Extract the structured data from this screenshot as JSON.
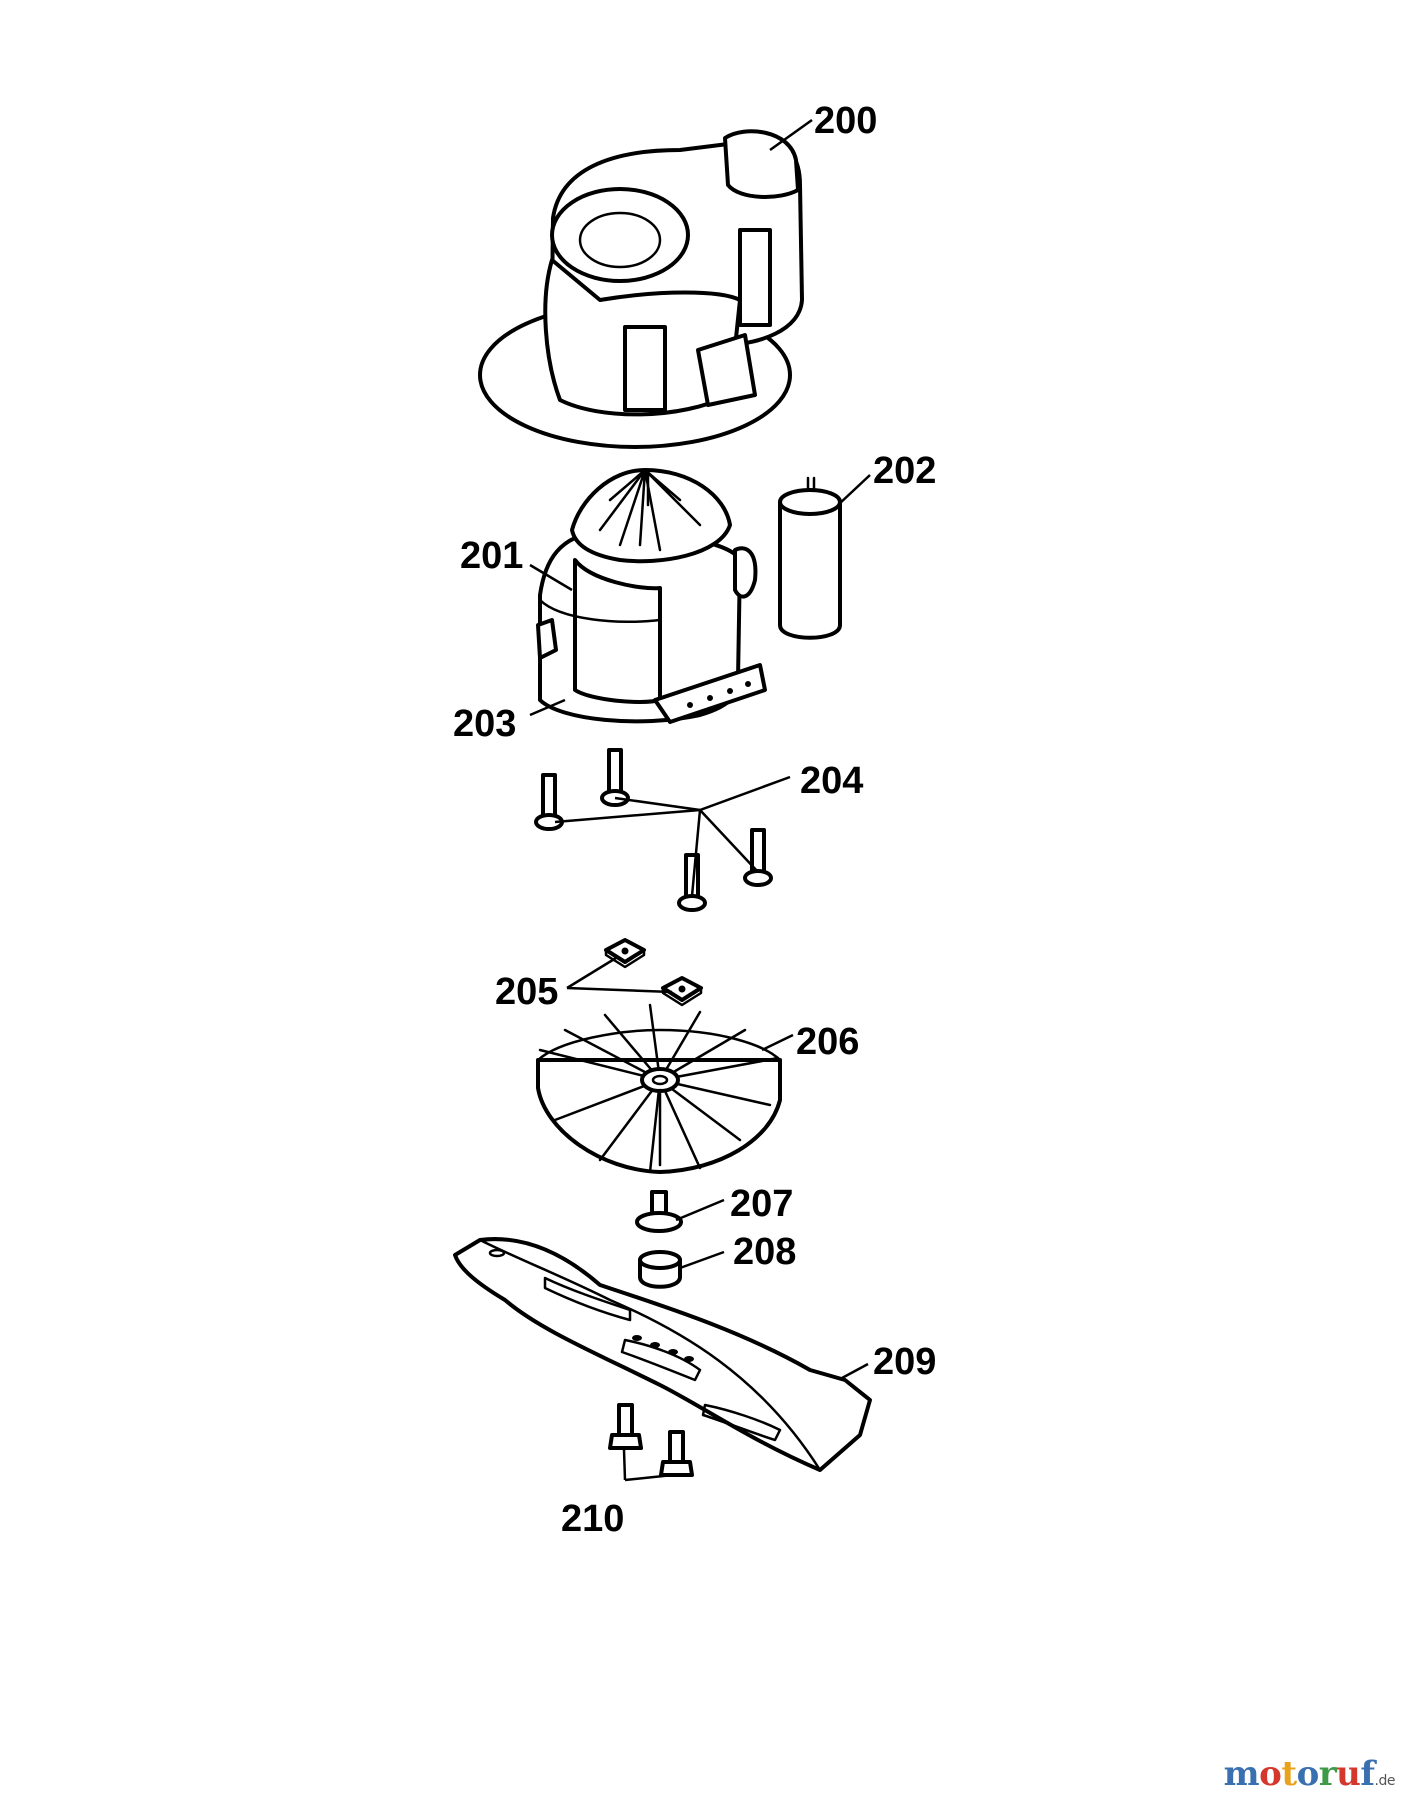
{
  "parts": [
    {
      "number": "200",
      "icon": "motor-housing-cover"
    },
    {
      "number": "201",
      "icon": "electric-motor"
    },
    {
      "number": "202",
      "icon": "capacitor"
    },
    {
      "number": "203",
      "icon": "motor-flange"
    },
    {
      "number": "204",
      "icon": "motor-screws"
    },
    {
      "number": "205",
      "icon": "square-nuts"
    },
    {
      "number": "206",
      "icon": "fan-impeller"
    },
    {
      "number": "207",
      "icon": "blade-bolt"
    },
    {
      "number": "208",
      "icon": "spacer-washer"
    },
    {
      "number": "209",
      "icon": "mower-blade"
    },
    {
      "number": "210",
      "icon": "blade-screws"
    }
  ],
  "watermark": {
    "letters": [
      "m",
      "o",
      "t",
      "o",
      "r",
      "u",
      "f"
    ],
    "colors": [
      "#3a6fb0",
      "#d4382c",
      "#e8a21c",
      "#3a6fb0",
      "#3f9a48",
      "#d4382c",
      "#3a6fb0"
    ],
    "suffix": ".de"
  }
}
